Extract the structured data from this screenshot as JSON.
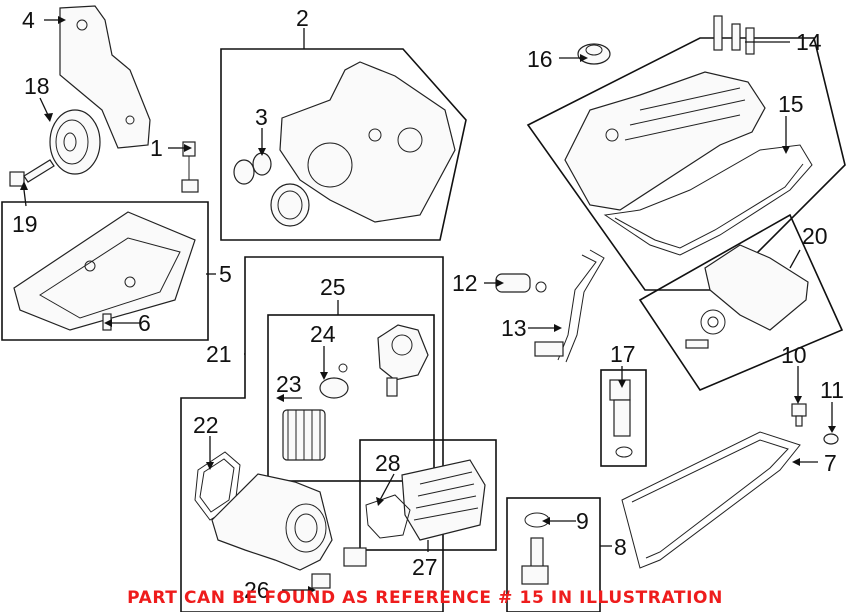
{
  "callouts": [
    {
      "id": "1",
      "label": "1"
    },
    {
      "id": "2",
      "label": "2"
    },
    {
      "id": "3",
      "label": "3"
    },
    {
      "id": "4",
      "label": "4"
    },
    {
      "id": "5",
      "label": "5"
    },
    {
      "id": "6",
      "label": "6"
    },
    {
      "id": "7",
      "label": "7"
    },
    {
      "id": "8",
      "label": "8"
    },
    {
      "id": "9",
      "label": "9"
    },
    {
      "id": "10",
      "label": "10"
    },
    {
      "id": "11",
      "label": "11"
    },
    {
      "id": "12",
      "label": "12"
    },
    {
      "id": "13",
      "label": "13"
    },
    {
      "id": "14",
      "label": "14"
    },
    {
      "id": "15",
      "label": "15"
    },
    {
      "id": "16",
      "label": "16"
    },
    {
      "id": "17",
      "label": "17"
    },
    {
      "id": "18",
      "label": "18"
    },
    {
      "id": "19",
      "label": "19"
    },
    {
      "id": "20",
      "label": "20"
    },
    {
      "id": "21",
      "label": "21"
    },
    {
      "id": "22",
      "label": "22"
    },
    {
      "id": "23",
      "label": "23"
    },
    {
      "id": "24",
      "label": "24"
    },
    {
      "id": "25",
      "label": "25"
    },
    {
      "id": "26",
      "label": "26"
    },
    {
      "id": "27",
      "label": "27"
    },
    {
      "id": "28",
      "label": "28"
    }
  ],
  "footer_note": "PART CAN BE FOUND AS REFERENCE # 15 IN ILLUSTRATION",
  "colors": {
    "footer": "#ee1c1c",
    "line": "#111111",
    "background": "#ffffff"
  }
}
